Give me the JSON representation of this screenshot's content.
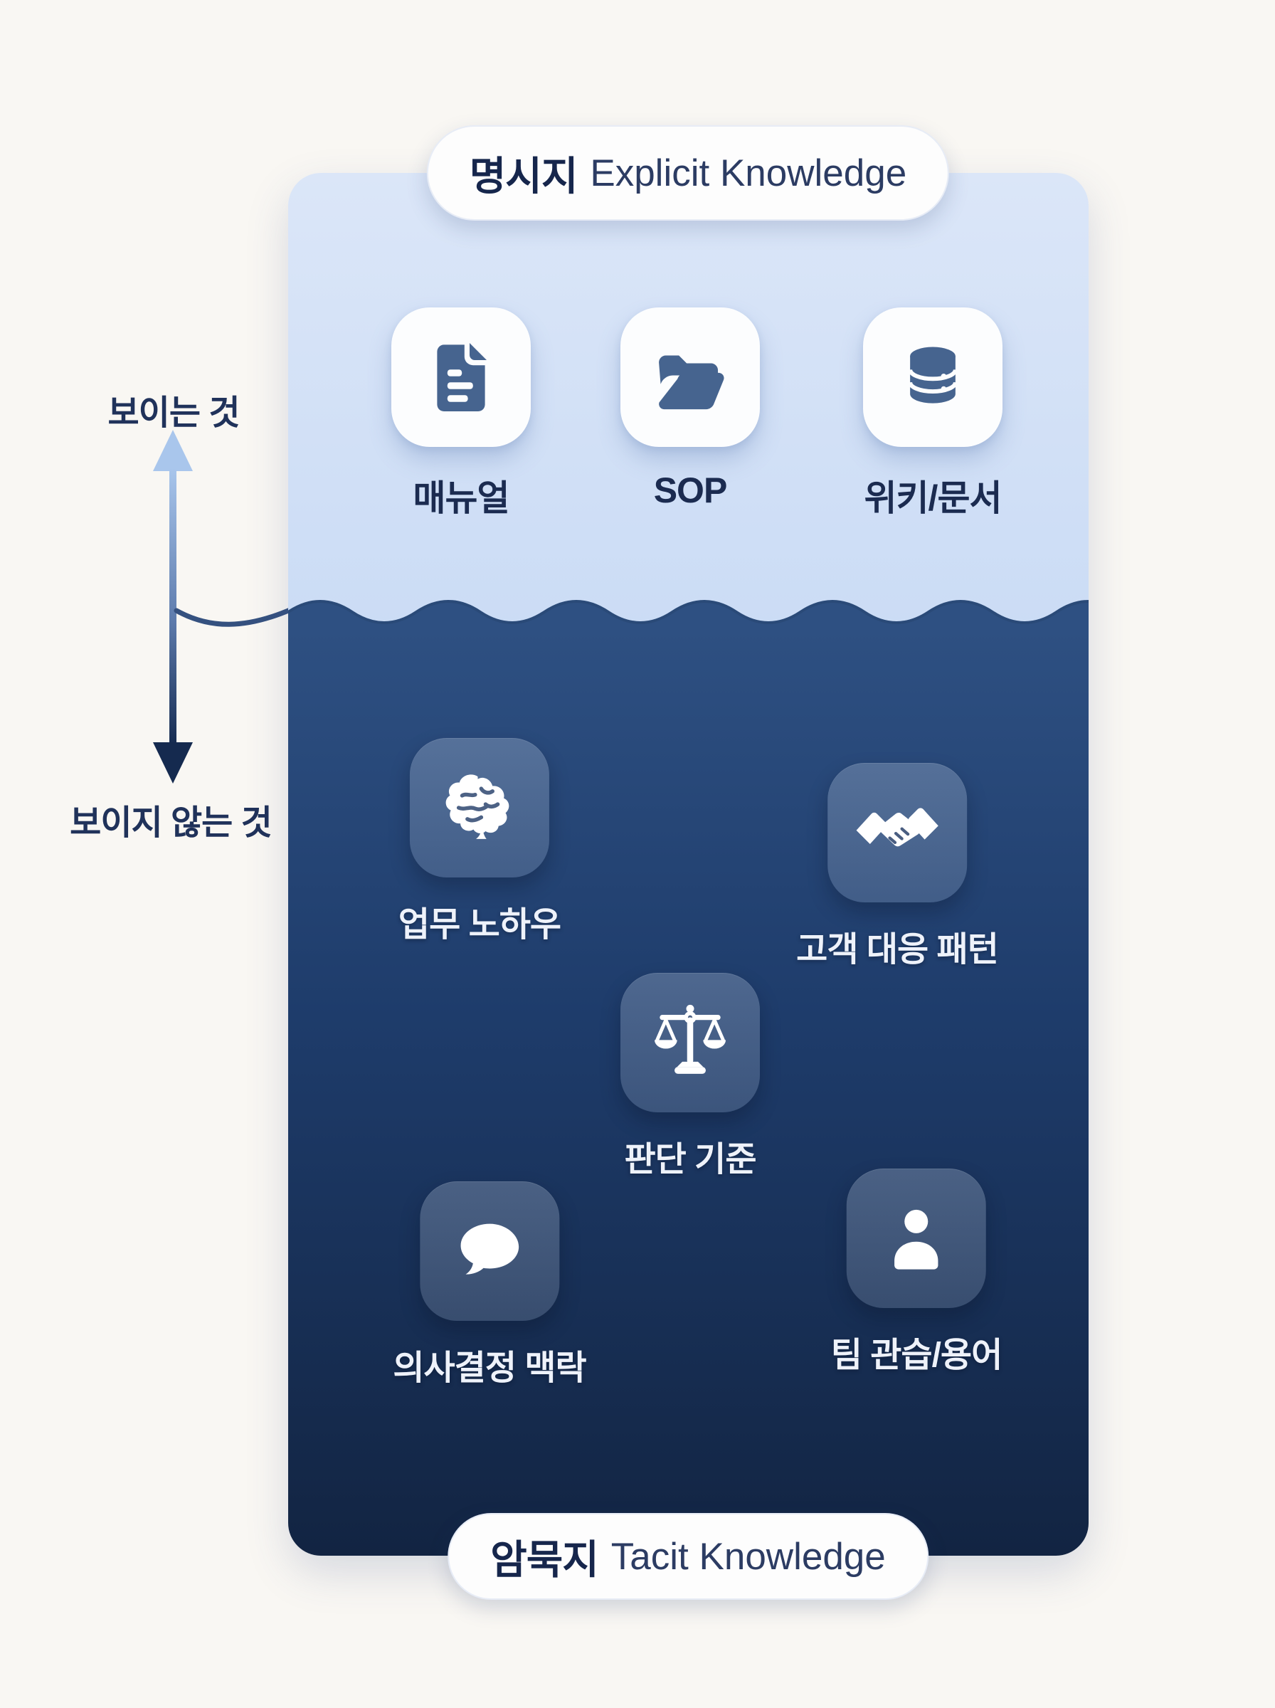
{
  "axis": {
    "visible_label": "보이는 것",
    "invisible_label": "보이지 않는 것"
  },
  "explicit": {
    "badge_ko": "명시지",
    "badge_en": "Explicit Knowledge",
    "items": [
      {
        "label": "매뉴얼",
        "icon": "document-icon"
      },
      {
        "label": "SOP",
        "icon": "folder-icon"
      },
      {
        "label": "위키/문서",
        "icon": "database-icon"
      }
    ]
  },
  "tacit": {
    "badge_ko": "암묵지",
    "badge_en": "Tacit Knowledge",
    "items": [
      {
        "label": "업무 노하우",
        "icon": "brain-icon"
      },
      {
        "label": "고객 대응 패턴",
        "icon": "handshake-icon"
      },
      {
        "label": "판단 기준",
        "icon": "scales-icon"
      },
      {
        "label": "의사결정 맥락",
        "icon": "speech-bubble-icon"
      },
      {
        "label": "팀 관습/용어",
        "icon": "person-icon"
      }
    ]
  },
  "colors": {
    "background": "#f9f7f3",
    "panel_light_top": "#dbe6f8",
    "panel_light_bottom": "#cbdcf5",
    "water_top": "#2e5082",
    "water_mid": "#1e3c6b",
    "water_bottom": "#122442",
    "icon_steel_blue": "#46648f",
    "badge_background": "#fdfdfd",
    "text_navy": "#1b2b50",
    "text_light": "#eef2fa",
    "arrow_light": "#a9c6ec",
    "arrow_dark": "#152a4f"
  }
}
